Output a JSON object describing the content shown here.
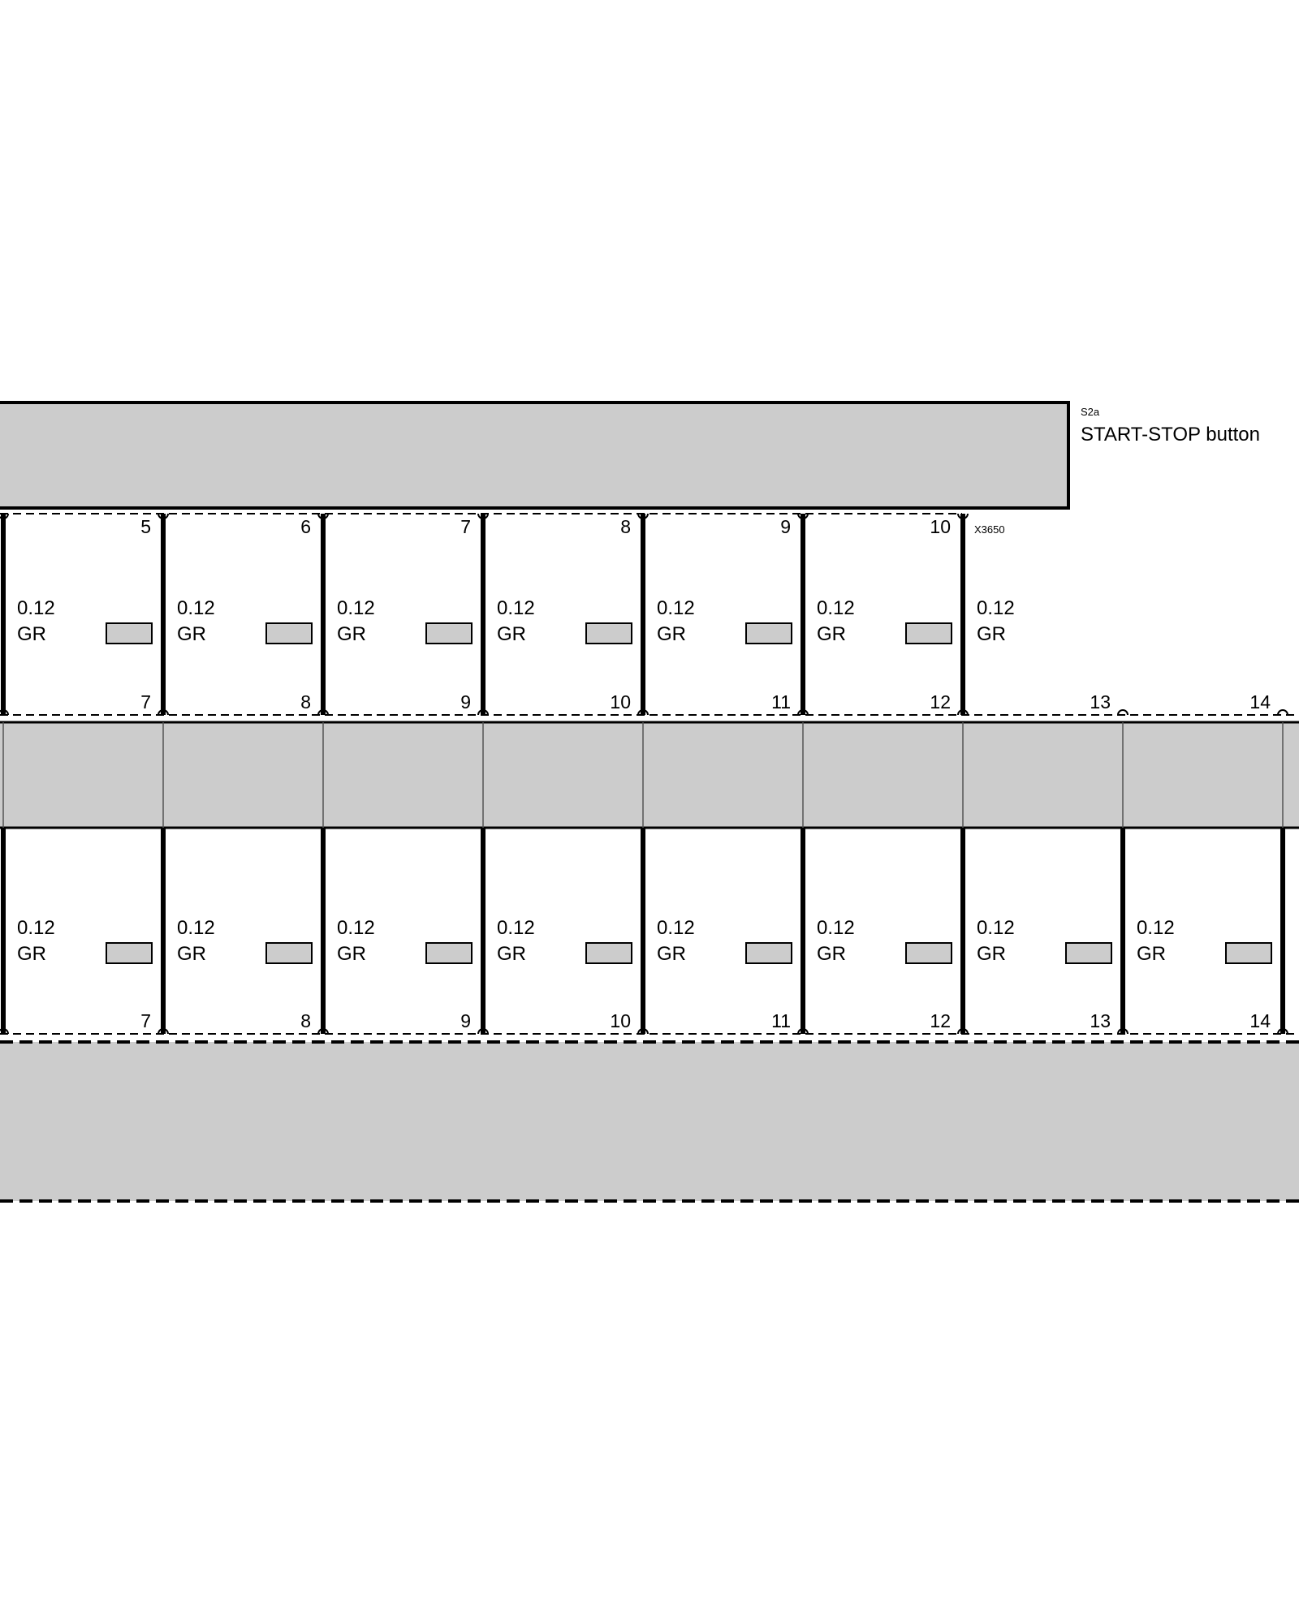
{
  "component": {
    "code": "S2a",
    "label": "START-STOP button"
  },
  "connector_upper": {
    "code": "X3650",
    "pins_top": [
      "5",
      "6",
      "7",
      "8",
      "9",
      "10"
    ],
    "pins_bottom": [
      "7",
      "8",
      "9",
      "10",
      "11",
      "12",
      "13",
      "14"
    ]
  },
  "connector_lower": {
    "pins_bottom": [
      "7",
      "8",
      "9",
      "10",
      "11",
      "12",
      "13",
      "14"
    ]
  },
  "upper_wires": [
    {
      "gauge": "0.12",
      "color": "GR"
    },
    {
      "gauge": "0.12",
      "color": "GR"
    },
    {
      "gauge": "0.12",
      "color": "GR"
    },
    {
      "gauge": "0.12",
      "color": "GR"
    },
    {
      "gauge": "0.12",
      "color": "GR"
    },
    {
      "gauge": "0.12",
      "color": "GR"
    },
    {
      "gauge": "0.12",
      "color": "GR"
    }
  ],
  "lower_wires": [
    {
      "gauge": "0.12",
      "color": "GR"
    },
    {
      "gauge": "0.12",
      "color": "GR"
    },
    {
      "gauge": "0.12",
      "color": "GR"
    },
    {
      "gauge": "0.12",
      "color": "GR"
    },
    {
      "gauge": "0.12",
      "color": "GR"
    },
    {
      "gauge": "0.12",
      "color": "GR"
    },
    {
      "gauge": "0.12",
      "color": "GR"
    },
    {
      "gauge": "0.12",
      "color": "GR"
    }
  ],
  "colors": {
    "component_fill": "#cccccc",
    "line": "#000000"
  }
}
